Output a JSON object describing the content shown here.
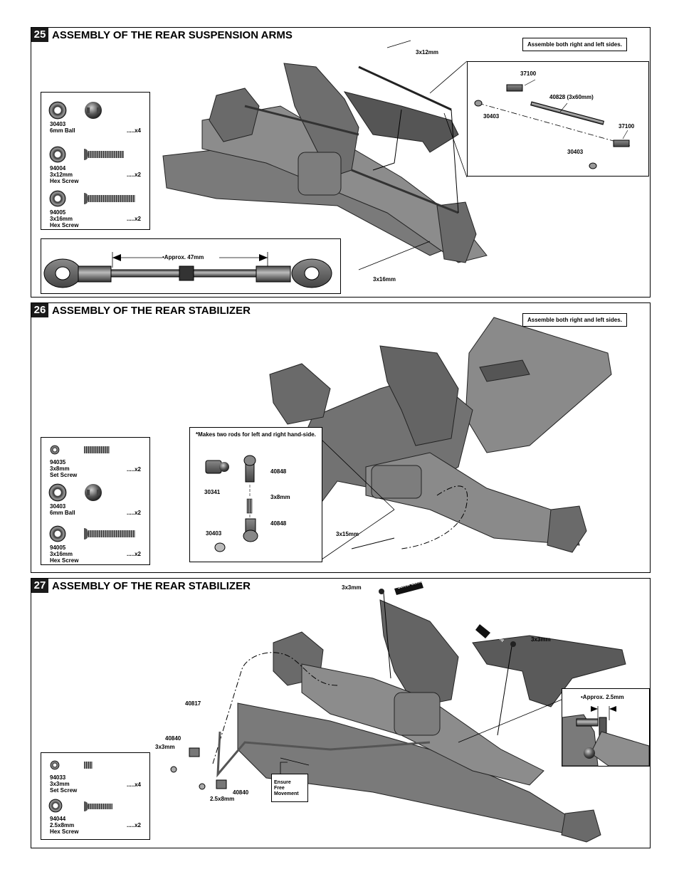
{
  "colors": {
    "panel": "#1a1a1a",
    "model": "#6b6b6b",
    "model_light": "#9a9a9a",
    "model_dark": "#3a3a3a"
  },
  "icons": [
    "ball-icon",
    "washer-icon",
    "screw-icon",
    "set-screw-icon",
    "ball-end-icon",
    "turnbuckle-icon",
    "chassis-drawing"
  ],
  "step25": {
    "number": "25",
    "title": "ASSEMBLY OF THE REAR SUSPENSION ARMS",
    "note": "Assemble both right and left sides.",
    "parts": [
      {
        "code": "30403",
        "name": "6mm Ball",
        "qty": ".....x4"
      },
      {
        "code": "94004",
        "name": "3x12mm",
        "name2": "Hex Screw",
        "qty": ".....x2"
      },
      {
        "code": "94005",
        "name": "3x16mm",
        "name2": "Hex Screw",
        "qty": ".....x2"
      }
    ],
    "rod_length": "•Approx.  47mm",
    "labels": {
      "screw_top": "3x12mm",
      "screw_bottom": "3x16mm"
    },
    "detail": {
      "end1": "37100",
      "rod": "40828 (3x60mm)",
      "ball1": "30403",
      "end2": "37100",
      "ball2": "30403"
    }
  },
  "step26": {
    "number": "26",
    "title": "ASSEMBLY OF THE REAR STABILIZER",
    "note": "Assemble both right and left sides.",
    "parts": [
      {
        "code": "94035",
        "name": "3x8mm",
        "name2": "Set Screw",
        "qty": ".....x2"
      },
      {
        "code": "30403",
        "name": "6mm Ball",
        "qty": ".....x2"
      },
      {
        "code": "94005",
        "name": "3x16mm",
        "name2": "Hex Screw",
        "qty": ".....x2"
      }
    ],
    "detail": {
      "note": "*Makes two rods for left and right hand-side.",
      "p1": "30341",
      "p2": "40848",
      "p3": "3x8mm",
      "p4": "40848",
      "p5": "30403"
    },
    "labels": {
      "screw": "3x15mm"
    }
  },
  "step27": {
    "number": "27",
    "title": "ASSEMBLY OF THE REAR STABILIZER",
    "parts": [
      {
        "code": "94033",
        "name": "3x3mm",
        "name2": "Set Screw",
        "qty": ".....x4"
      },
      {
        "code": "94044",
        "name": "2.5x8mm",
        "name2": "Hex Screw",
        "qty": ".....x2"
      }
    ],
    "labels": {
      "setscrew_top": "3x3mm",
      "setscrew_right": "3x3mm",
      "bar": "40817",
      "mount1": "40840",
      "setscrew_left": "3x3mm",
      "mount2": "40840",
      "hexscrew": "2.5x8mm",
      "cement": "Screw Cement",
      "cement2": "Screw Cement"
    },
    "ensure": {
      "line1": "Ensure",
      "line2": "Free",
      "line3": "Movement"
    },
    "gap": "•Approx. 2.5mm"
  }
}
